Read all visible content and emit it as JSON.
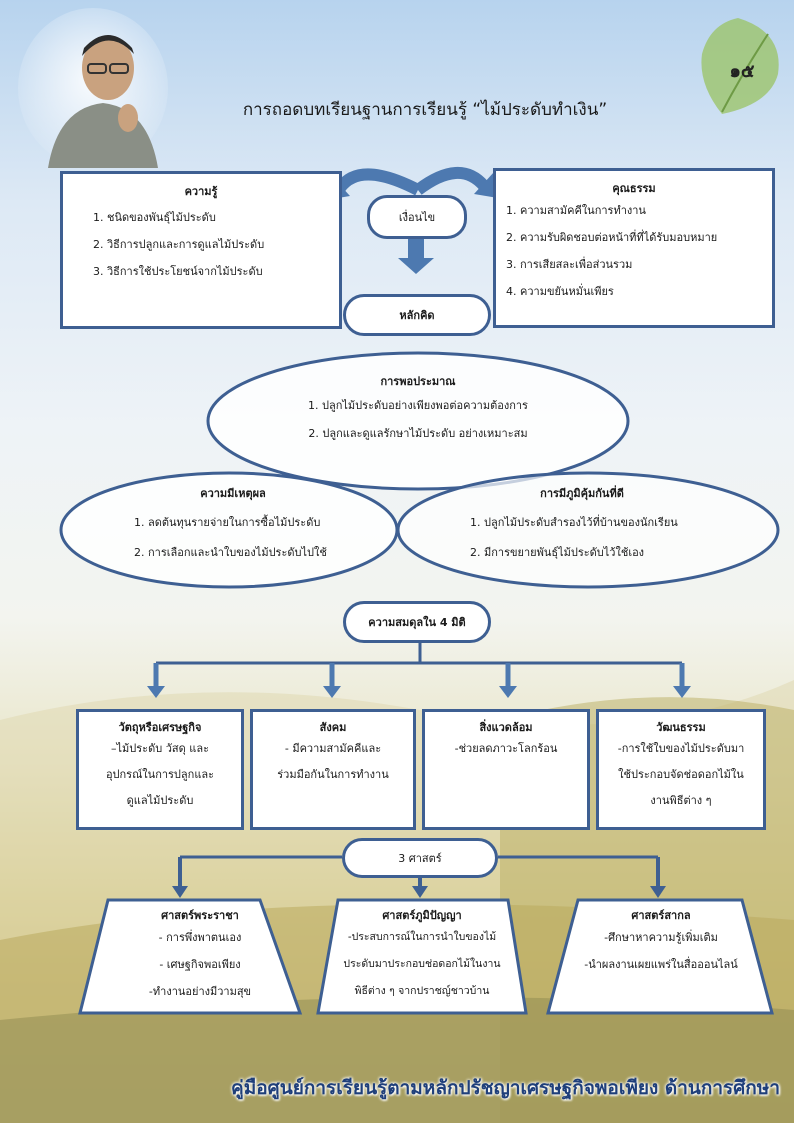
{
  "page": {
    "page_number": "๑๕",
    "title": "การถอดบทเรียนฐานการเรียนรู้ “ไม้ประดับทำเงิน”",
    "footer": "คู่มือศูนย์การเรียนรู้ตามหลักปรัชญาเศรษฐกิจพอเพียง  ด้านการศึกษา"
  },
  "knowledge": {
    "heading": "ความรู้",
    "items": [
      "1. ชนิดของพันธุ์ไม้ประดับ",
      "2. วิธีการปลูกและการดูแลไม้ประดับ",
      "3. วิธีการใช้ประโยชน์จากไม้ประดับ"
    ]
  },
  "virtue": {
    "heading": "คุณธรรม",
    "items": [
      "1. ความสามัคคีในการทำงาน",
      "2. ความรับผิดชอบต่อหน้าที่ที่ได้รับมอบหมาย",
      "3. การเสียสละเพื่อส่วนรวม",
      "4. ความขยันหมั่นเพียร"
    ]
  },
  "condition_label": "เงื่อนไข",
  "principle_label": "หลักคิด",
  "moderation": {
    "heading": "การพอประมาณ",
    "items": [
      "1. ปลูกไม้ประดับอย่างเพียงพอต่อความต้องการ",
      "2. ปลูกและดูแลรักษาไม้ประดับ อย่างเหมาะสม"
    ]
  },
  "reasonableness": {
    "heading": "ความมีเหตุผล",
    "items": [
      "1. ลดต้นทุนรายจ่ายในการซื้อไม้ประดับ",
      "2. การเลือกและนำใบของไม้ประดับไปใช้"
    ]
  },
  "immunity": {
    "heading": "การมีภูมิคุ้มกันที่ดี",
    "items": [
      "1. ปลูกไม้ประดับสำรองไว้ที่บ้านของนักเรียน",
      "2. มีการขยายพันธุ์ไม้ประดับไว้ใช้เอง"
    ]
  },
  "balance_label": "ความสมดุลใน 4 มิติ",
  "dimensions": [
    {
      "heading": "วัตถุหรือเศรษฐกิจ",
      "lines": [
        "–ไม้ประดับ วัสดุ และ",
        "อุปกรณ์ในการปลูกและ",
        "ดูแลไม้ประดับ"
      ]
    },
    {
      "heading": "สังคม",
      "lines": [
        "- มีความสามัคคีและ",
        "ร่วมมือกันในการทำงาน"
      ]
    },
    {
      "heading": "สิ่งแวดล้อม",
      "lines": [
        "-ช่วยลดภาวะโลกร้อน"
      ]
    },
    {
      "heading": "วัฒนธรรม",
      "lines": [
        "-การใช้ใบของไม้ประดับมา",
        "ใช้ประกอบจัดช่อดอกไม้ใน",
        "งานพิธีต่าง ๆ"
      ]
    }
  ],
  "sciences_label": "3 ศาสตร์",
  "sciences": [
    {
      "heading": "ศาสตร์พระราชา",
      "lines": [
        "- การพึ่งพาตนเอง",
        "- เศษฐกิจพอเพียง",
        "-ทำงานอย่างมีวามสุข"
      ]
    },
    {
      "heading": "ศาสตร์ภูมิปัญญา",
      "lines": [
        "-ประสบการณ์ในการนำใบของไม้",
        "ประดับมาประกอบช่อดอกไม้ในงาน",
        "พิธีต่าง ๆ จากปราชญ์ชาวบ้าน"
      ]
    },
    {
      "heading": "ศาสตร์สากล",
      "lines": [
        "-ศึกษาหาความรู้เพิ่มเติม",
        "-นำผลงานเผยแพร่ในสื่อออนไลน์"
      ]
    }
  ],
  "colors": {
    "border": "#3e5f92",
    "arrow": "#4d79b0",
    "footer_text": "#1f3f7a",
    "leaf": "#9cc46b"
  }
}
